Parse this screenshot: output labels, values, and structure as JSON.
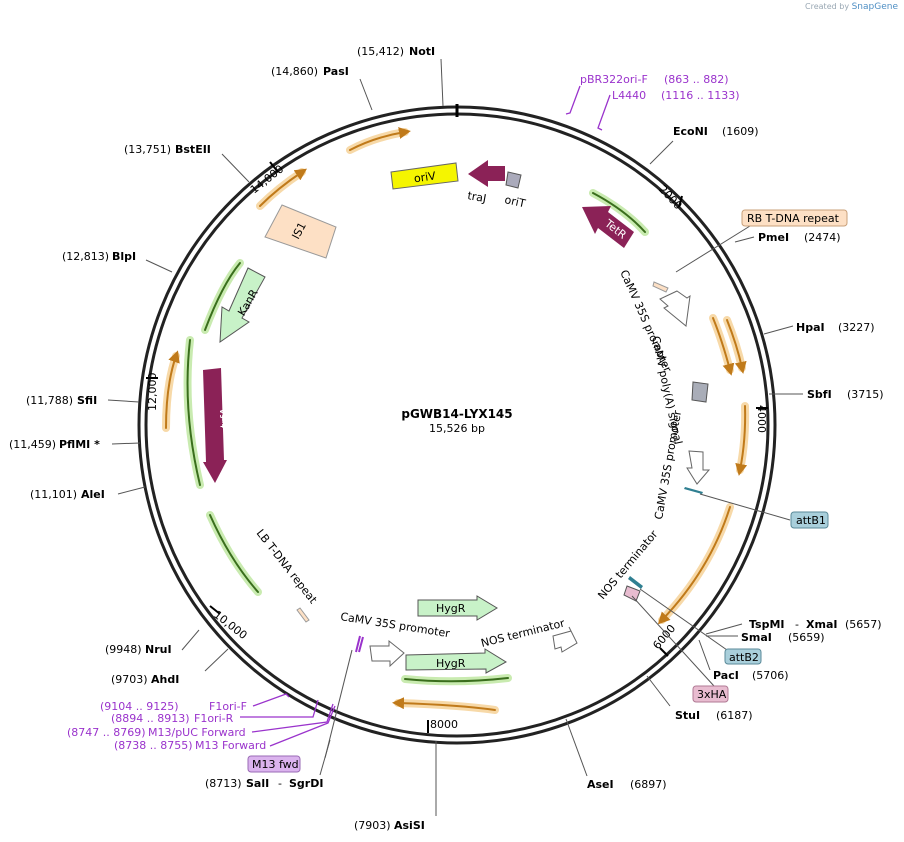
{
  "watermark": {
    "prefix": "Created by",
    "brand": "SnapGene"
  },
  "plasmid": {
    "name": "pGWB14-LYX145",
    "length_label": "15,526 bp",
    "length": 15526
  },
  "ticks": [
    "2000",
    "4000",
    "6000",
    "8000",
    "10,000",
    "12,000",
    "14,000"
  ],
  "sites": [
    {
      "name": "NotI",
      "pos": "(15,412)"
    },
    {
      "name": "PasI",
      "pos": "(14,860)"
    },
    {
      "name": "BstEII",
      "pos": "(13,751)"
    },
    {
      "name": "BlpI",
      "pos": "(12,813)"
    },
    {
      "name": "SfiI",
      "pos": "(11,788)"
    },
    {
      "name": "PflMI *",
      "pos": "(11,459)"
    },
    {
      "name": "AleI",
      "pos": "(11,101)"
    },
    {
      "name": "NruI",
      "pos": "(9948)"
    },
    {
      "name": "AhdI",
      "pos": "(9703)"
    },
    {
      "name": "SalI",
      "pos": "(8713)"
    },
    {
      "name": "SgrDI",
      "pos": "- "
    },
    {
      "name": "AsiSI",
      "pos": "(7903)"
    },
    {
      "name": "AseI",
      "pos": "(6897)"
    },
    {
      "name": "StuI",
      "pos": "(6187)"
    },
    {
      "name": "PacI",
      "pos": "(5706)"
    },
    {
      "name": "SmaI",
      "pos": "(5659)"
    },
    {
      "name": "TspMI",
      "pos": "(5657)"
    },
    {
      "name": "XmaI",
      "pos": "- "
    },
    {
      "name": "SbfI",
      "pos": "(3715)"
    },
    {
      "name": "HpaI",
      "pos": "(3227)"
    },
    {
      "name": "PmeI",
      "pos": "(2474)"
    },
    {
      "name": "EcoNI",
      "pos": "(1609)"
    }
  ],
  "primers": [
    {
      "name": "pBR322ori-F",
      "range": "(863 .. 882)"
    },
    {
      "name": "L4440",
      "range": "(1116 .. 1133)"
    },
    {
      "name": "F1ori-F",
      "range": "(9104 .. 9125)"
    },
    {
      "name": "F1ori-R",
      "range": "(8894 .. 8913)"
    },
    {
      "name": "M13/pUC Forward",
      "range": "(8747 .. 8769)"
    },
    {
      "name": "M13 Forward",
      "range": "(8738 .. 8755)"
    }
  ],
  "boxes": {
    "rb_repeat": "RB T-DNA repeat",
    "attB1": "attB1",
    "attB2": "attB2",
    "hax3": "3xHA",
    "m13fwd": "M13 fwd"
  },
  "features": {
    "oriV": "oriV",
    "traJ": "traJ",
    "oriT": "oriT",
    "TetR": "TetR",
    "IS1": "IS1",
    "KanR": "KanR",
    "trfA": "trfA",
    "HygR": "HygR",
    "HygR2": "HygR",
    "camv35s_1": "CaMV 35S promoter",
    "camv_polyA": "CaMV poly(A) signal",
    "camv35s_2": "CaMV 35S promoter",
    "nos_1": "NOS terminator",
    "nos_2": "NOS terminator",
    "camv35s_3": "CaMV 35S promoter",
    "lb_repeat": "LB T-DNA repeat"
  },
  "colors": {
    "backbone": "#222222",
    "orf": "#f2a93b",
    "orf_green": "#76c043",
    "feature_dark": "#8b2257",
    "oriV": "#f5f500",
    "hyg": "#c8f2c8",
    "is1": "#fde0c5",
    "primer": "#9a33cc",
    "attB": "#a9cfdb",
    "hax3": "#e8bcd0",
    "m13": "#dbb3ee"
  }
}
